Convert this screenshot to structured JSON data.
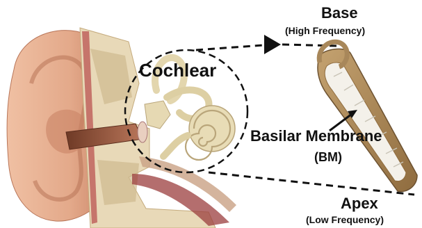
{
  "labels": {
    "cochlear": "Cochlear",
    "base": "Base",
    "base_sub": "(High Frequency)",
    "basilar": "Basilar Membrane",
    "bm": "(BM)",
    "apex": "Apex",
    "apex_sub": "(Low Frequency)"
  },
  "colors": {
    "skin": "#e3a98a",
    "skin_shadow": "#c98366",
    "bone": "#d9c8a6",
    "cochlea": "#e6dcb8",
    "membrane": "#a8875a",
    "canal": "#9a5a3e",
    "line": "#111111"
  }
}
